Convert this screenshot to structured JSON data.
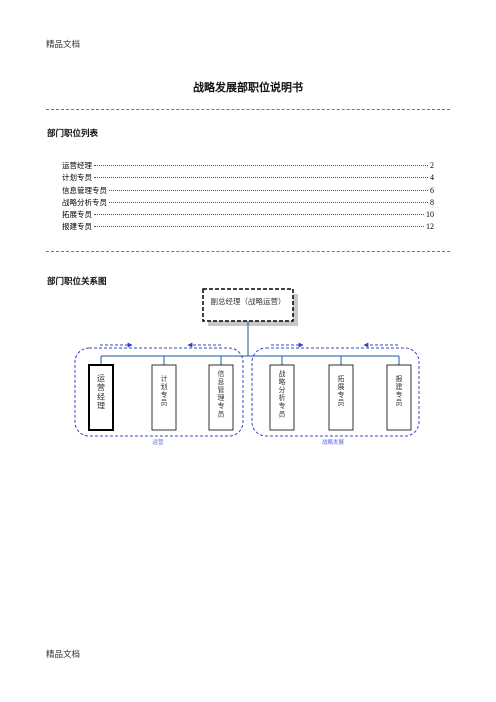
{
  "watermark": "精品文档",
  "document": {
    "title": "战略发展部职位说明书"
  },
  "position_list": {
    "heading": "部门职位列表",
    "items": [
      {
        "label": "运营经理",
        "page": "2"
      },
      {
        "label": "计划专员",
        "page": "4"
      },
      {
        "label": "信息管理专员",
        "page": "6"
      },
      {
        "label": "战略分析专员",
        "page": "8"
      },
      {
        "label": "拓展专员",
        "page": "10"
      },
      {
        "label": "报建专员",
        "page": "12"
      }
    ]
  },
  "org_chart": {
    "heading": "部门职位关系图",
    "top_node": "副总经理（战略运营）",
    "positions": [
      "运营经理",
      "计划专员",
      "信息管理专员",
      "战略分析专员",
      "拓展专员",
      "报建专员"
    ],
    "groups": [
      {
        "label": "运营"
      },
      {
        "label": "战略发展"
      }
    ],
    "colors": {
      "connector": "#1f56a6",
      "group_border": "#3344cc",
      "group_label": "#5566dd"
    }
  }
}
